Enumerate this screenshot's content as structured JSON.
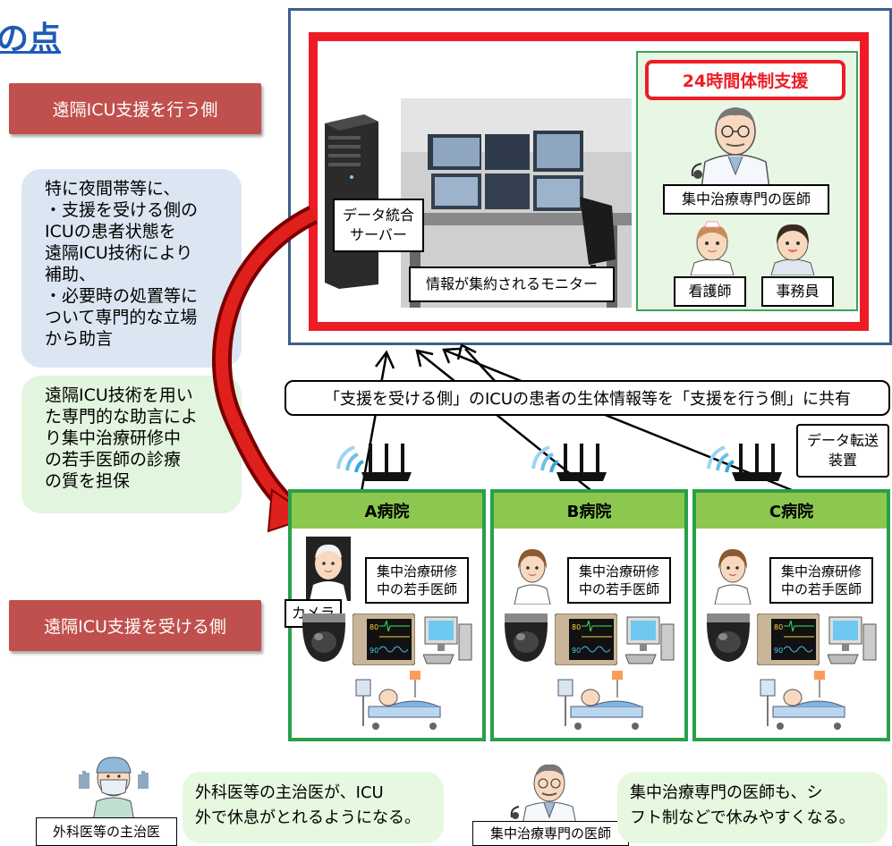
{
  "title_fragment": "の点",
  "side_labels": {
    "providing": "遠隔ICU支援を行う側",
    "receiving": "遠隔ICU支援を受ける側"
  },
  "bubbles": {
    "night_support": [
      "特に夜間帯等に、",
      "・支援を受ける側の",
      "ICUの患者状態を",
      "遠隔ICU技術により",
      "補助、",
      "・必要時の処置等に",
      "ついて専門的な立場",
      "から助言"
    ],
    "quality": [
      "遠隔ICU技術を用い",
      "た専門的な助言によ",
      "り集中治療研修中",
      "の若手医師の診療",
      "の質を担保"
    ]
  },
  "center": {
    "server_label": [
      "データ統合",
      "サーバー"
    ],
    "monitor_label": "情報が集約されるモニター",
    "support_24h": "24時間体制支援",
    "specialist": "集中治療専門の医師",
    "nurse": "看護師",
    "clerk": "事務員"
  },
  "share_text": "「支援を受ける側」のICUの患者の生体情報等を「支援を行う側」に共有",
  "transfer_device": [
    "データ転送",
    "装置"
  ],
  "hospitals": [
    {
      "name": "A病院",
      "doctor": [
        "集中治療研修",
        "中の若手医師"
      ]
    },
    {
      "name": "B病院",
      "doctor": [
        "集中治療研修",
        "中の若手医師"
      ]
    },
    {
      "name": "C病院",
      "doctor": [
        "集中治療研修",
        "中の若手医師"
      ]
    }
  ],
  "camera_label": "カメラ",
  "monitor_readouts": [
    "80",
    "90"
  ],
  "bottom": {
    "surgeon_label": "外科医等の主治医",
    "surgeon_note": [
      "外科医等の主治医が、ICU",
      "外で休息がとれるようになる。"
    ],
    "specialist_label": "集中治療専門の医師",
    "specialist_note": [
      "集中治療専門の医師も、シ",
      "フト制などで休みやすくなる。"
    ]
  },
  "colors": {
    "red": "#ee1c24",
    "green_frame": "#2aa04a",
    "hospital_header": "#8cc850",
    "label_red": "#c0504d",
    "title_blue": "#1f5bb5"
  },
  "icons": [
    "server-icon",
    "monitor-workstation-icon",
    "doctor-icon",
    "nurse-icon",
    "clerk-icon",
    "router-icon",
    "camera-icon",
    "vital-monitor-icon",
    "computer-icon",
    "patient-bed-icon",
    "surgeon-icon"
  ]
}
